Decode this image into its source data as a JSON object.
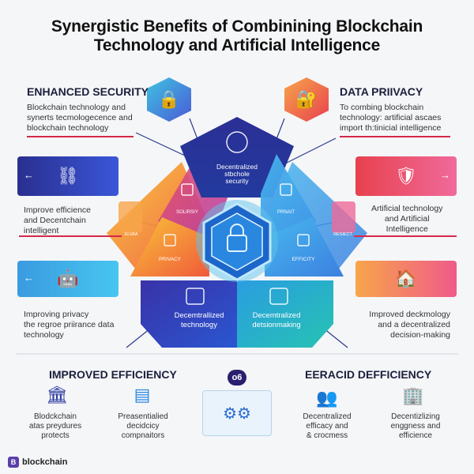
{
  "title": {
    "line1": "Synergistic Benefits of Combinining Blockchain",
    "line2": "Technology and Artificial Intelligence"
  },
  "sections": {
    "enhanced_security": {
      "heading": "ENHANCED SECURITY",
      "text": [
        "Blockchain technology and",
        "synerts tecmologecence and",
        "blockchain technology"
      ]
    },
    "data_privacy": {
      "heading": "DATA PRIIVACY",
      "text": [
        "To combing blockchain",
        "technology: artificial ascaes",
        "import th:tinicial intelligence"
      ]
    },
    "improve_efficience": {
      "text": [
        "Improve efficience",
        "and Decentchain",
        "intelligent"
      ]
    },
    "artificial_technology": {
      "text": [
        "Artificial technology",
        "and Artificial",
        "Intelligence"
      ]
    },
    "improving_privacy": {
      "text": [
        "Improving privacy",
        "the regroe priirance data",
        "technology"
      ]
    },
    "improved_decisionmaking": {
      "text": [
        "Improved deckmology",
        "and a decentralized",
        "decision-making"
      ]
    }
  },
  "center": {
    "top_label": [
      "Decentralized",
      "stbchole",
      "security"
    ],
    "left_upper": "SOLIRSIY",
    "left_lower": "PRIVACY",
    "left_small": "ELVAA",
    "right_upper": "PRNAIT",
    "right_lower": "EFFICITY",
    "right_small": "RESIECT",
    "bottom_left": [
      "Decemtrallized",
      "technology"
    ],
    "bottom_right": [
      "Decemtralized",
      "detsionmaking"
    ]
  },
  "bottom": {
    "left_heading": "IMPROVED EFFICIENCY",
    "right_heading": "EERACID DEFFICIENCY",
    "badge": "o6",
    "items": [
      [
        "Blodckchain",
        "atas preydures",
        "protects"
      ],
      [
        "Preasentialied",
        "decidcicy",
        "compnaitors"
      ],
      [
        "Decentralized",
        "efficacy and",
        "& crocmess"
      ],
      [
        "Decentizlizing",
        "enggness and",
        "efficience"
      ]
    ]
  },
  "logo": {
    "text": "blockchain",
    "mark": "B"
  },
  "colors": {
    "navy": "#2a2f8f",
    "blue": "#2f6fd6",
    "cyan": "#3ec3e0",
    "orange": "#f28a30",
    "red": "#e8414e",
    "pink": "#e8457a",
    "purple": "#5b3bb0",
    "teal": "#22b3c0",
    "accent_line": "#d42a4a"
  }
}
